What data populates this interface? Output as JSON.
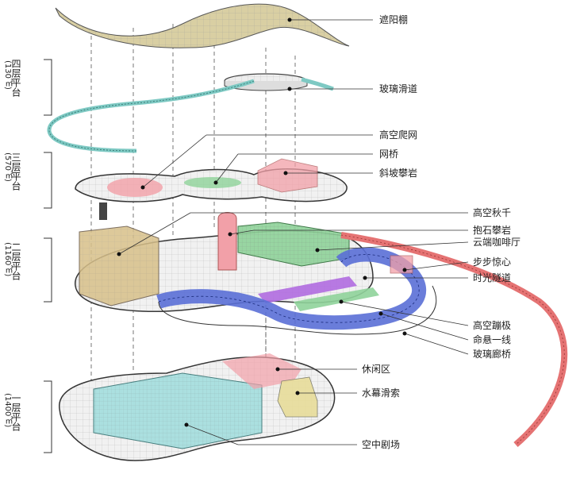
{
  "levels": [
    {
      "name": "四层平台",
      "area": "(130㎡)"
    },
    {
      "name": "三层平台",
      "area": "(570㎡)"
    },
    {
      "name": "二层平台",
      "area": "(1160㎡)"
    },
    {
      "name": "一层平台",
      "area": "(1400㎡)"
    }
  ],
  "callouts": {
    "canopy": "遮阳棚",
    "glass_slide": "玻璃滑道",
    "sky_net": "高空爬网",
    "net_bridge": "网桥",
    "slope_climb": "斜坡攀岩",
    "sky_swing": "高空秋千",
    "boulder": "抱石攀岩",
    "cloud_cafe": "云端咖啡厅",
    "step_thrill": "步步惊心",
    "time_tunnel": "时光隧道",
    "trampoline": "高空蹦极",
    "tightrope": "命悬一线",
    "glass_corridor": "玻璃廊桥",
    "leisure": "休闲区",
    "water_zip": "水幕滑索",
    "theater": "空中剧场"
  },
  "colors": {
    "canopy": "#d9cfa3",
    "slide": "#7ec9c3",
    "pink": "#f2a0a8",
    "green": "#8fd39a",
    "blue": "#5a6fd6",
    "purple": "#b06be0",
    "red": "#e57373",
    "yellow": "#e8dd9a",
    "teal_box": "#9fdede",
    "tan": "#d8c089"
  }
}
